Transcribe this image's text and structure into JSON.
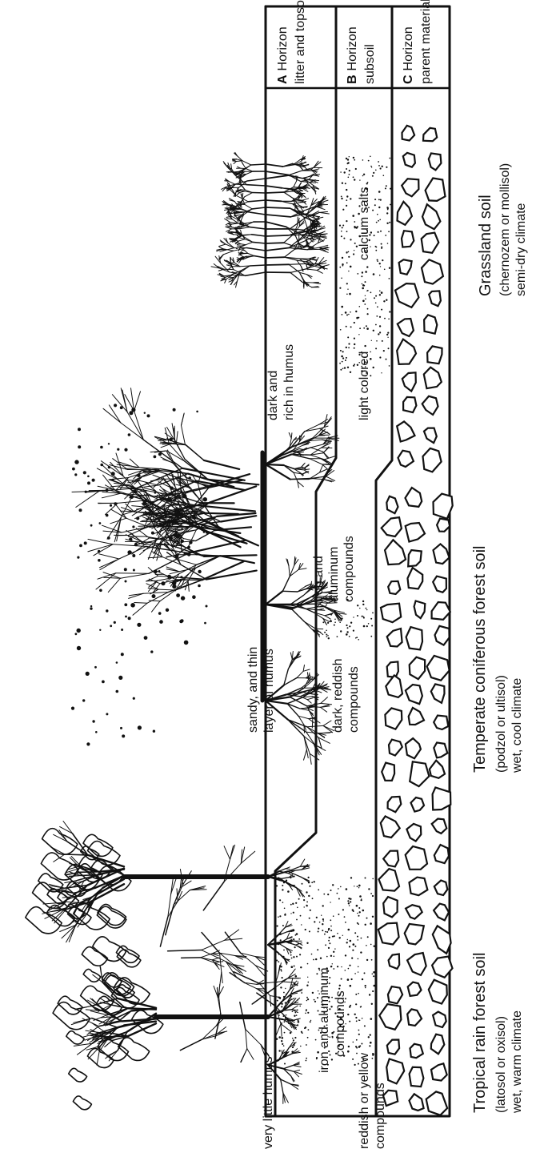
{
  "left_labels": {
    "very_little_humus": "very little humus",
    "reddish_or_yellow": "reddish or yellow",
    "compounds": "compounds"
  },
  "tropical": {
    "title": "Tropical rain forest soil",
    "subtitle": "(latosol or oxisol)",
    "climate": "wet, warm climate",
    "layer_line1": "iron and aluminum",
    "layer_line2": "compounds"
  },
  "temperate": {
    "title": "Temperate coniferous forest soil",
    "subtitle": "(podzol or ultisol)",
    "climate": "wet, cool climate",
    "a_line1": "sandy, and thin",
    "a_line2": "layer of humus",
    "b_line1": "dark, reddish",
    "b_line2": "compounds",
    "layer_line1": "iron and",
    "layer_line2": "aluminum",
    "layer_line3": "compounds"
  },
  "grassland": {
    "title": "Grassland soil",
    "subtitle": "(chernozem or mollisol)",
    "climate": "semi-dry climate",
    "a_line1": "dark and",
    "a_line2": "rich in humus",
    "b_label": "light colored",
    "salts": "calcium salts"
  },
  "horizons": {
    "a_letter": "A",
    "a_name": "Horizon",
    "a_desc": "litter and topsoil",
    "b_letter": "B",
    "b_name": "Horizon",
    "b_desc": "subsoil",
    "c_letter": "C",
    "c_name": "Horizon",
    "c_desc": "parent material"
  }
}
